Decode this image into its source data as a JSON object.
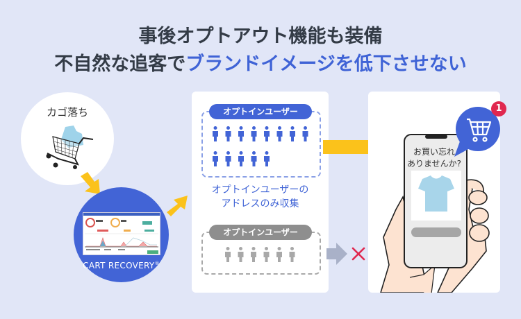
{
  "heading": {
    "line1": "事後オプトアウト機能も装備",
    "line2_plain": "不自然な追客で",
    "line2_accent": "ブランドイメージを低下させない"
  },
  "colors": {
    "background": "#e1e6f7",
    "accent_blue": "#4264d6",
    "arrow_yellow": "#fbc21b",
    "arrow_gray": "#a9b1c8",
    "cross_red": "#e0284f",
    "person_gray": "#a8a8a8"
  },
  "cart_abandon": {
    "label": "カゴ落ち",
    "icon": "shopping-cart-icon"
  },
  "product": {
    "name": "CART RECOVERY",
    "mark": "®"
  },
  "optin_group": {
    "pill_label": "オプトインユーザー",
    "people_count": 13,
    "caption_line1": "オプトインユーザーの",
    "caption_line2": "アドレスのみ収集"
  },
  "optout_group": {
    "pill_label": "オプトインユーザー",
    "people_count": 6,
    "result_icon": "cross-icon"
  },
  "phone": {
    "message_line1": "お買い忘れ",
    "message_line2": "ありませんか?",
    "notification_count": "1",
    "notification_icon": "shopping-cart-icon"
  }
}
